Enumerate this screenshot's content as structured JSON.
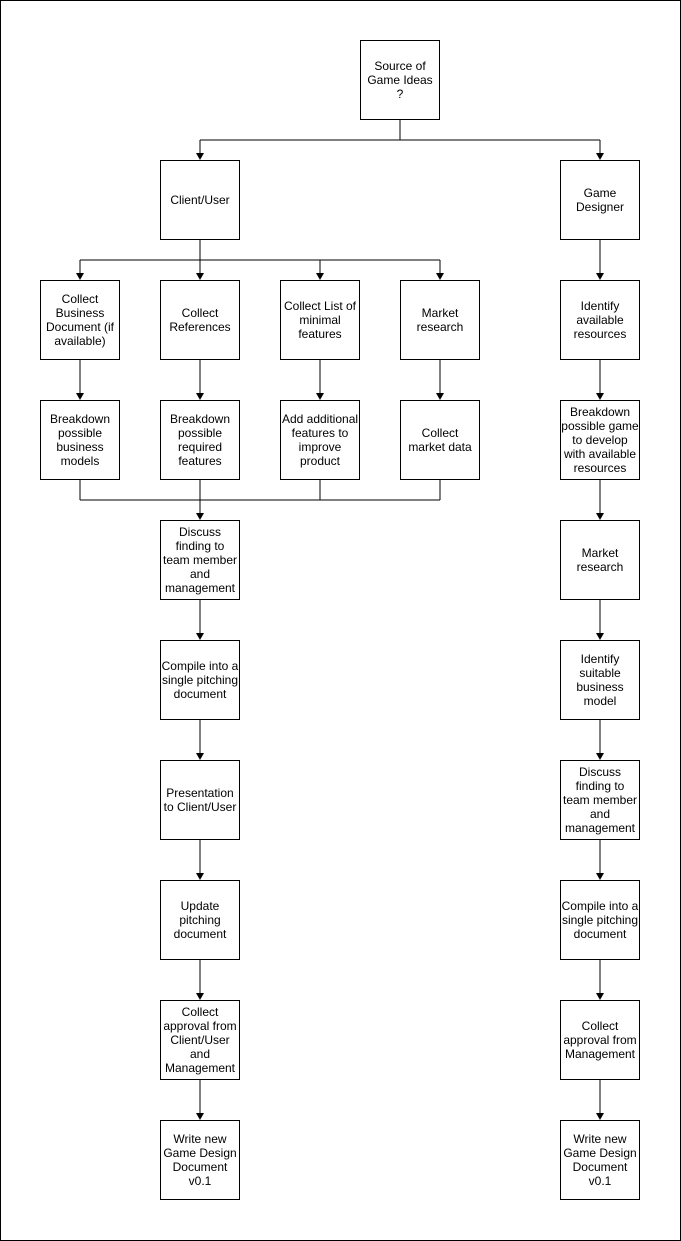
{
  "diagram": {
    "nodes": {
      "source": "Source of\nGame Ideas\n?",
      "client": "Client/User",
      "designer": "Game\nDesigner",
      "collect_business_doc": "Collect\nBusiness\nDocument (if\navailable)",
      "collect_references": "Collect\nReferences",
      "collect_min_features": "Collect List of\nminimal\nfeatures",
      "market_research_client": "Market\nresearch",
      "breakdown_business_models": "Breakdown\npossible\nbusiness\nmodels",
      "breakdown_required_features": "Breakdown\npossible\nrequired\nfeatures",
      "add_features": "Add additional\nfeatures to\nimprove\nproduct",
      "collect_market_data": "Collect\nmarket data",
      "discuss_client": "Discuss\nfinding to\nteam member\nand\nmanagement",
      "compile_client": "Compile into a\nsingle pitching\ndocument",
      "presentation": "Presentation\nto Client/User",
      "update_pitching": "Update\npitching\ndocument",
      "approval_client": "Collect\napproval from\nClient/User\nand\nManagement",
      "write_gdd_client": "Write new\nGame Design\nDocument\nv0.1",
      "identify_resources": "Identify\navailable\nresources",
      "breakdown_game": "Breakdown\npossible game\nto develop\nwith available\nresources",
      "market_research_designer": "Market\nresearch",
      "identify_business_model": "Identify\nsuitable\nbusiness\nmodel",
      "discuss_designer": "Discuss\nfinding to\nteam member\nand\nmanagement",
      "compile_designer": "Compile into a\nsingle pitching\ndocument",
      "approval_designer": "Collect\napproval from\nManagement",
      "write_gdd_designer": "Write new\nGame Design\nDocument\nv0.1"
    }
  }
}
